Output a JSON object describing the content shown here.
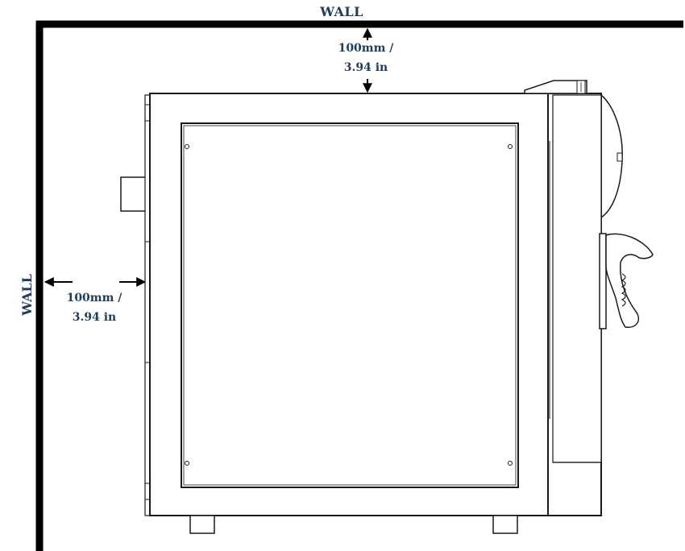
{
  "labels": {
    "wall_top": "WALL",
    "wall_left": "WALL",
    "top_clearance_line1": "100mm /",
    "top_clearance_line2": "3.94 in",
    "side_clearance_line1": "100mm /",
    "side_clearance_line2": "3.94 in"
  },
  "colors": {
    "label": "#1f3d5c",
    "wall": "#000000",
    "outline": "#1a1a1a",
    "background": "#ffffff"
  },
  "icons": {
    "clearance_arrow": "arrow-icon",
    "handle": "oven-handle-icon"
  }
}
